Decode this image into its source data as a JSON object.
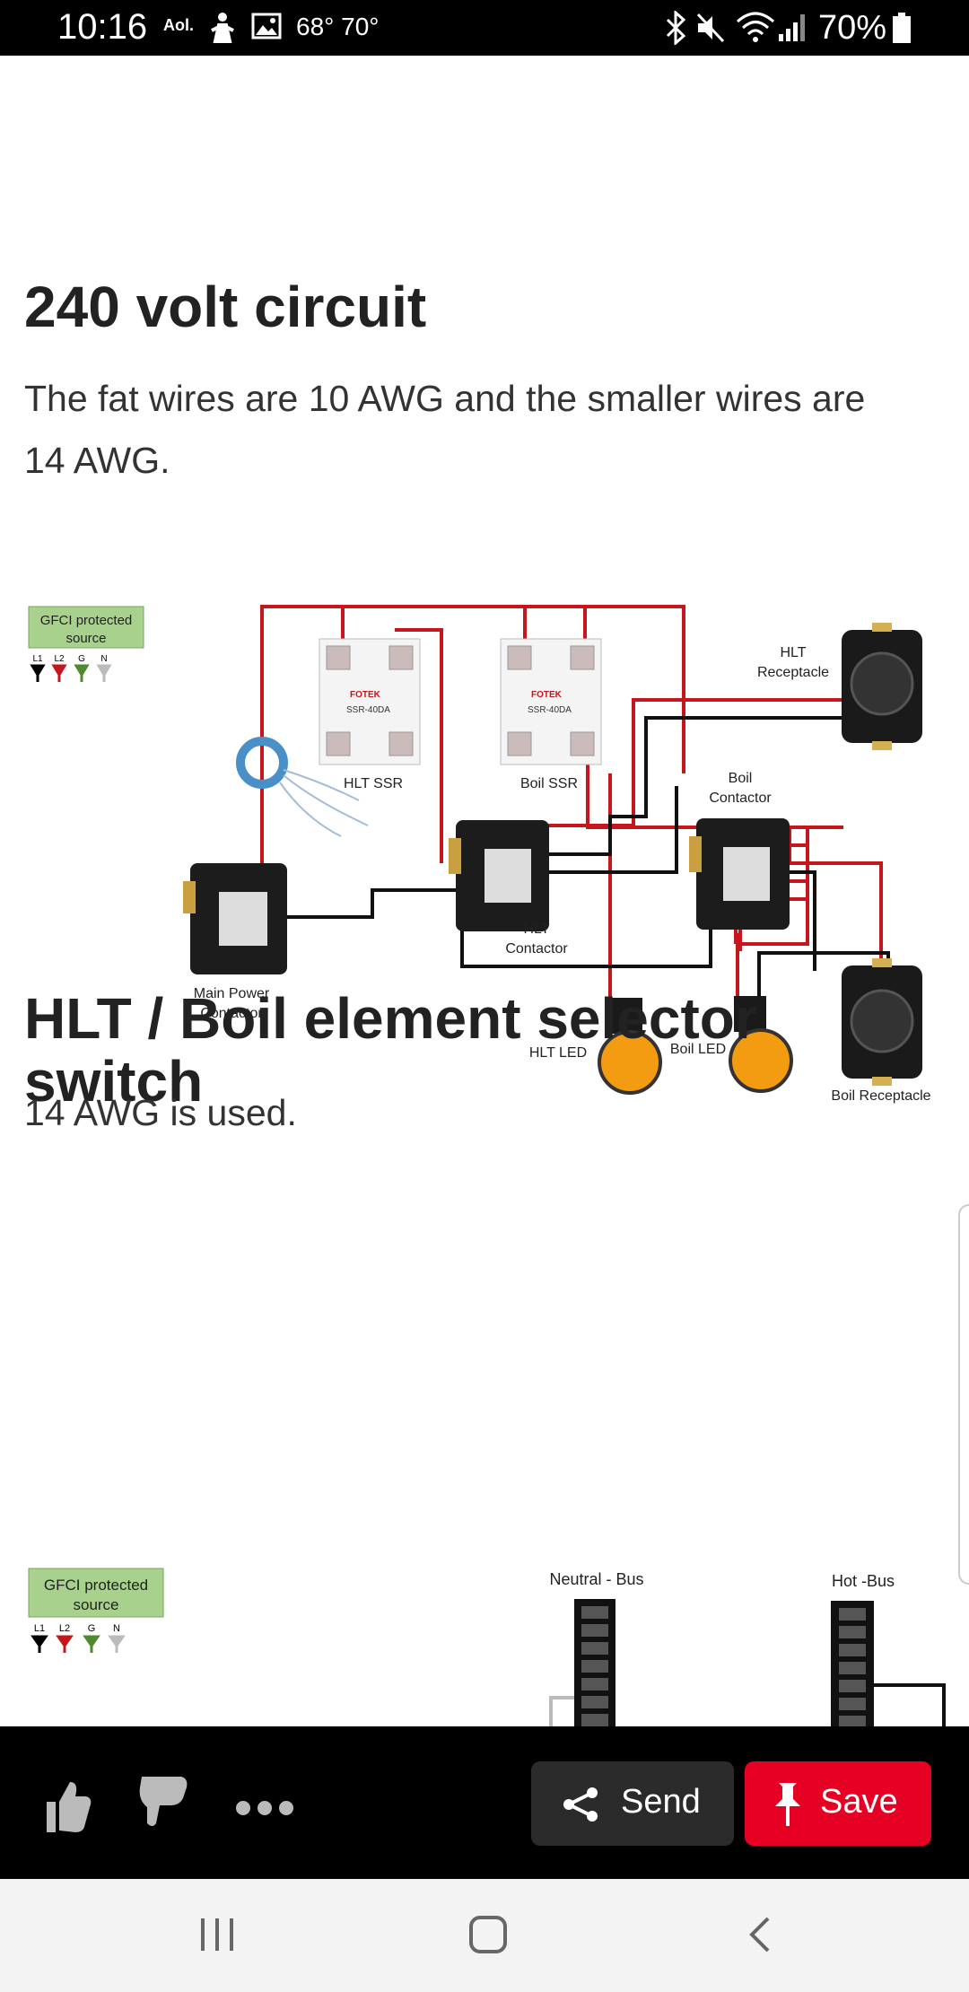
{
  "status_bar": {
    "time": "10:16",
    "aol": "Aol.",
    "temp1": "68°",
    "temp2": "70°",
    "battery": "70%"
  },
  "section1": {
    "title": "240 volt circuit",
    "desc_line1": "The fat wires are 10 AWG and the smaller wires are",
    "desc_line2": "14 AWG."
  },
  "diagram1": {
    "gfci_line1": "GFCI protected",
    "gfci_line2": "source",
    "wire_l1": "L1",
    "wire_l2": "L2",
    "wire_g": "G",
    "wire_n": "N",
    "hlt_ssr": "HLT SSR",
    "boil_ssr": "Boil SSR",
    "hlt_receptacle_1": "HLT",
    "hlt_receptacle_2": "Receptacle",
    "boil_contactor_1": "Boil",
    "boil_contactor_2": "Contactor",
    "hlt_contactor_1": "HLT",
    "hlt_contactor_2": "Contactor",
    "main_power_1": "Main Power",
    "main_power_2": "Contactor",
    "hlt_led": "HLT LED",
    "boil_led": "Boil LED",
    "boil_receptacle": "Boil Receptacle",
    "ssr_brand": "FOTEK",
    "ssr_model": "SSR-40DA"
  },
  "section2": {
    "title_line1": "HLT / Boil element selector",
    "title_line2": "switch",
    "desc": "14 AWG is used."
  },
  "diagram2": {
    "gfci_line1": "GFCI protected",
    "gfci_line2": "source",
    "wire_l1": "L1",
    "wire_l2": "L2",
    "wire_g": "G",
    "wire_n": "N",
    "neutral_bus": "Neutral - Bus",
    "hot_bus": "Hot -Bus"
  },
  "action_bar": {
    "send_label": "Send",
    "save_label": "Save"
  },
  "colors": {
    "save_red": "#e60023",
    "wire_red": "#c4161c",
    "led_orange": "#f39c12",
    "gfci_green": "#a9d18e"
  }
}
